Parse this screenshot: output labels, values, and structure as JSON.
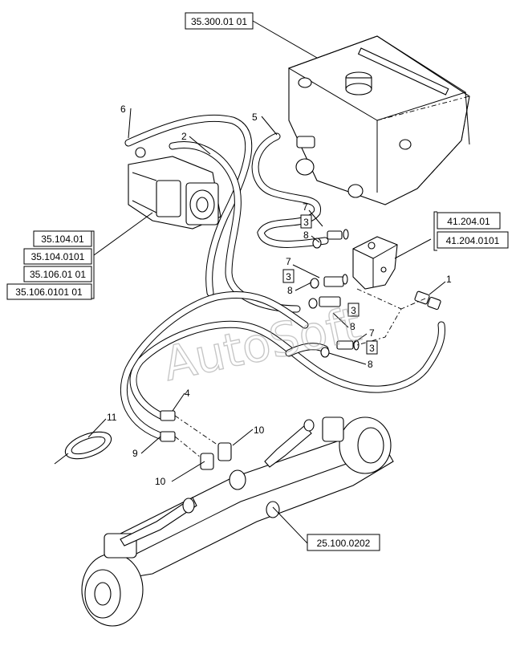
{
  "refs": {
    "tank": "35.300.01 01",
    "valve_a": "41.204.01",
    "valve_b": "41.204.0101",
    "pump_1": "35.104.01",
    "pump_2": "35.104.0101",
    "pump_3": "35.106.01 01",
    "pump_4": "35.106.0101 01",
    "axle": "25.100.0202"
  },
  "callouts": {
    "n1": "1",
    "n2": "2",
    "n4": "4",
    "n5": "5",
    "n6": "6",
    "n9": "9",
    "n10a": "10",
    "n10b": "10",
    "n11": "11",
    "n7a": "7",
    "n7b": "7",
    "n7c": "7",
    "n8a": "8",
    "n8b": "8",
    "n8c": "8",
    "n8d": "8",
    "n3a": "3",
    "n3b": "3",
    "n3c": "3",
    "n3d": "3"
  },
  "watermark": "AutoSoft"
}
